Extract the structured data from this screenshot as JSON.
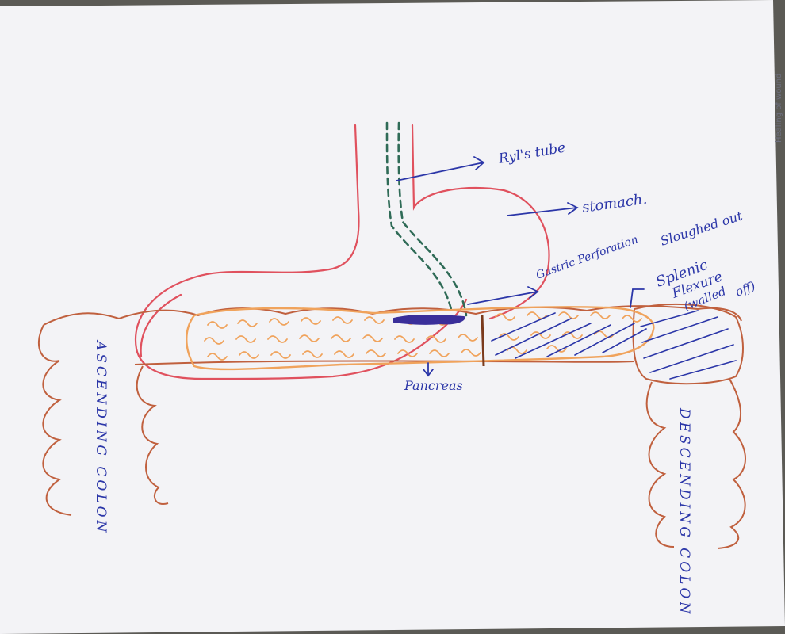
{
  "labels": {
    "ryles_tube": "Ryl's tube",
    "stomach": "stomach.",
    "gastric_perforation": "Gastric Perforation",
    "sloughed_out": "Sloughed out",
    "splenic_flexure_1": "Splenic",
    "splenic_flexure_2": "Flexure",
    "walled_off_1": "(walled",
    "walled_off_2": "off)",
    "pancreas": "Pancreas",
    "ascending_colon": "ASCENDING COLON",
    "descending_colon": "DESCENDING COLON",
    "margin_note": "Healing of wound"
  },
  "colors": {
    "paper": "#f3f3f6",
    "background": "#5b5a55",
    "stomach_outline": "#e0515e",
    "colon_outline": "#c0603e",
    "pancreas_fill": "#f0a35c",
    "ink_blue": "#2b36a8",
    "tube_green": "#2f6b57",
    "perforation_purple": "#3a2f9a",
    "brown_marker": "#7a3a1c"
  }
}
